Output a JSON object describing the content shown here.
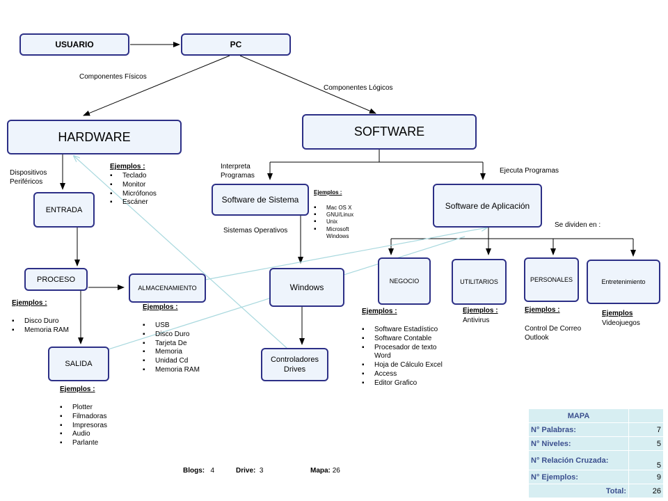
{
  "nodes": {
    "usuario": "USUARIO",
    "pc": "PC",
    "hardware": "HARDWARE",
    "software": "SOFTWARE",
    "entrada": "ENTRADA",
    "proceso": "PROCESO",
    "almacenamiento": "ALMACENAMIENTO",
    "salida": "SALIDA",
    "software_sistema": "Software de Sistema",
    "software_aplicacion": "Software de Aplicación",
    "windows": "Windows",
    "controladores": "Controladores Drives",
    "negocio": "NEGOCIO",
    "utilitarios": "UTILITARIOS",
    "personales": "PERSONALES",
    "entretenimiento": "Entretenimiento"
  },
  "labels": {
    "componentes_fisicos": "Componentes Físicos",
    "componentes_logicos": "Componentes Lógicos",
    "dispositivos_perifericos": [
      "Dispositivos",
      "Periféricos"
    ],
    "interpreta_programas": [
      "Interpreta",
      "Programas"
    ],
    "ejecuta_programas": "Ejecuta Programas",
    "sistemas_operativos": "Sistemas Operativos",
    "se_dividen_en": "Se dividen en :"
  },
  "examples": {
    "hardware": {
      "title": "Ejemplos :",
      "items": [
        "Teclado",
        "Monitor",
        "Micrófonos",
        "Escáner"
      ]
    },
    "proceso": {
      "title": "Ejemplos :",
      "items": [
        "Disco Duro",
        "Memoria RAM"
      ]
    },
    "almacenamiento": {
      "title": "Ejemplos :",
      "items": [
        "USB",
        "Disco Duro",
        "Tarjeta De",
        "Memoria",
        "Unidad Cd",
        "Memoria RAM"
      ]
    },
    "salida": {
      "title": "Ejemplos :",
      "items": [
        "Plotter",
        "Filmadoras",
        "Impresoras",
        "Audio",
        "Parlante"
      ]
    },
    "sistema": {
      "title": "Ejemplos :",
      "items": [
        "Mac OS X",
        "GNU/Linux",
        "Unix",
        "Microsoft",
        "Windows"
      ]
    },
    "negocio": {
      "title": "Ejemplos :",
      "items": [
        "Software Estadístico",
        "Software Contable",
        "Procesador de texto",
        "Word",
        "Hoja de Cálculo Excel",
        "Access",
        "Editor Grafico"
      ]
    },
    "utilitarios": {
      "title": "Ejemplos :",
      "text": "Antivirus"
    },
    "personales": {
      "title": "Ejemplos :",
      "text": [
        "Control De Correo",
        "Outlook"
      ]
    },
    "entretenimiento": {
      "title": "Ejemplos",
      "text": "Videojuegos"
    }
  },
  "mapa": {
    "header": "MAPA",
    "rows": [
      {
        "label": "N° Palabras:",
        "value": "7"
      },
      {
        "label": "N° Niveles:",
        "value": "5"
      },
      {
        "label": "N° Relación Cruzada:",
        "value": "5"
      },
      {
        "label": "N° Ejemplos:",
        "value": "9"
      },
      {
        "label": "Total:",
        "value": "26"
      }
    ]
  },
  "footer": {
    "blogs_label": "Blogs:",
    "blogs_value": "4",
    "drive_label": "Drive:",
    "drive_value": "3",
    "mapa_label": "Mapa:",
    "mapa_value": "26"
  },
  "colors": {
    "node_border": "#2c2f86",
    "node_fill": "#eef4fc",
    "crosslink": "#a8d8de",
    "table_fill": "#d7eef2",
    "table_key": "#3b4f8e"
  }
}
